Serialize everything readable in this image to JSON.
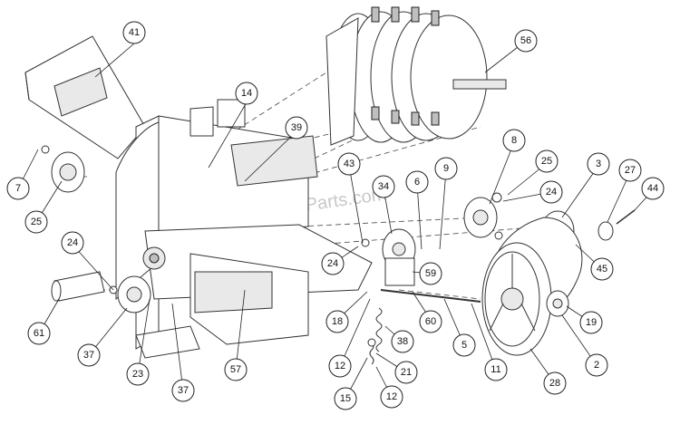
{
  "diagram": {
    "watermark": "eReplacementParts.com",
    "callouts": [
      {
        "label": "41"
      },
      {
        "label": "56"
      },
      {
        "label": "14"
      },
      {
        "label": "39"
      },
      {
        "label": "7"
      },
      {
        "label": "25"
      },
      {
        "label": "8"
      },
      {
        "label": "3"
      },
      {
        "label": "27"
      },
      {
        "label": "44"
      },
      {
        "label": "25"
      },
      {
        "label": "24"
      },
      {
        "label": "43"
      },
      {
        "label": "34"
      },
      {
        "label": "6"
      },
      {
        "label": "9"
      },
      {
        "label": "24"
      },
      {
        "label": "24"
      },
      {
        "label": "61"
      },
      {
        "label": "59"
      },
      {
        "label": "45"
      },
      {
        "label": "18"
      },
      {
        "label": "60"
      },
      {
        "label": "38"
      },
      {
        "label": "5"
      },
      {
        "label": "11"
      },
      {
        "label": "19"
      },
      {
        "label": "37"
      },
      {
        "label": "23"
      },
      {
        "label": "57"
      },
      {
        "label": "12"
      },
      {
        "label": "21"
      },
      {
        "label": "2"
      },
      {
        "label": "28"
      },
      {
        "label": "37"
      },
      {
        "label": "15"
      },
      {
        "label": "12"
      }
    ]
  }
}
